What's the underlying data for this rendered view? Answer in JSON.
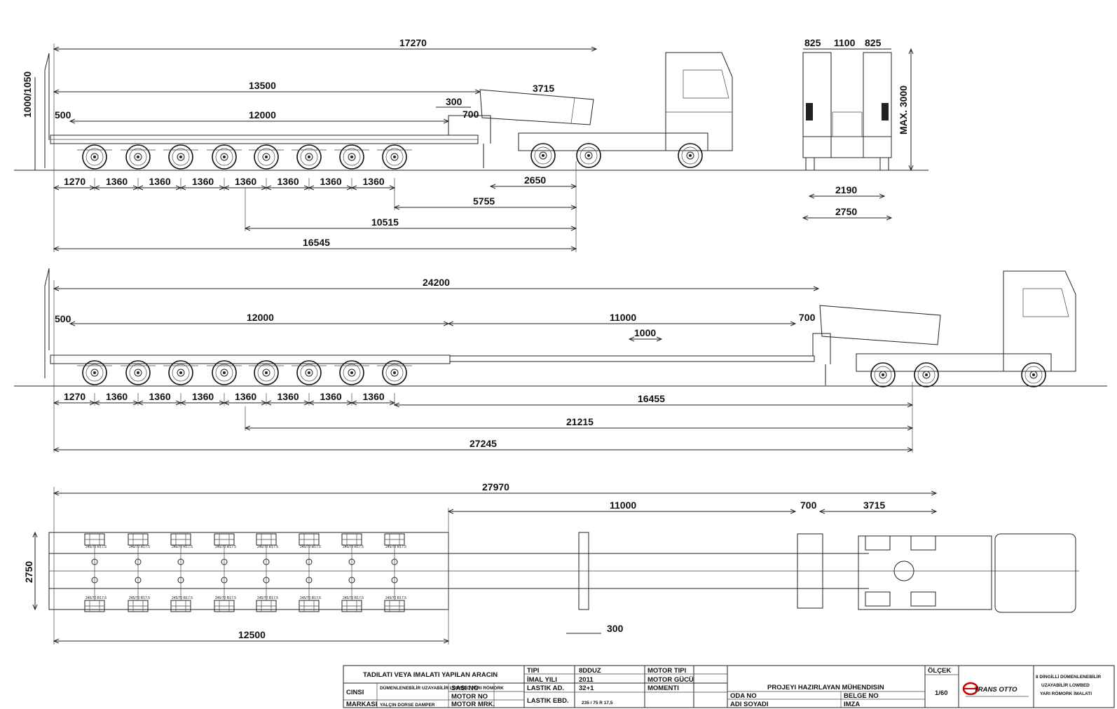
{
  "side_view_1": {
    "dims_top": [
      "17270",
      "13500",
      "12000",
      "3715",
      "300",
      "700",
      "500"
    ],
    "height_label": "1000/1050",
    "axle_spacings": [
      "1270",
      "1360",
      "1360",
      "1360",
      "1360",
      "1360",
      "1360",
      "1360"
    ],
    "dims_bottom": [
      "2650",
      "5755",
      "10515",
      "16545"
    ]
  },
  "rear_view": {
    "top_dims": [
      "825",
      "1100",
      "825"
    ],
    "height_label": "MAX. 3000",
    "bottom_dims": [
      "2190",
      "2750"
    ]
  },
  "side_view_2": {
    "dims_top": [
      "24200",
      "500",
      "12000",
      "11000",
      "700",
      "1000"
    ],
    "axle_spacings": [
      "1270",
      "1360",
      "1360",
      "1360",
      "1360",
      "1360",
      "1360",
      "1360"
    ],
    "dims_bottom": [
      "16455",
      "21215",
      "27245"
    ]
  },
  "plan_view": {
    "dims_top": [
      "27970",
      "11000",
      "700",
      "3715"
    ],
    "width_label": "2750",
    "dims_bottom": [
      "300",
      "12500"
    ],
    "tire_label": "245/70 R17.5"
  },
  "title_block": {
    "heading": "TADILATI VEYA IMALATI YAPILAN ARACIN",
    "cinsi_label": "CINSI",
    "cinsi_value": "DÜMENLENEBİLİR UZAYABİLİR LOWBED YARI RÖMORK",
    "markasi_label": "MARKASI",
    "markasi_value": "YALÇIN DORSE DAMPER",
    "sasi_no": "SASI NO",
    "motor_no": "MOTOR NO",
    "motor_mrk": "MOTOR MRK.",
    "tipi_label": "TIPI",
    "tipi_value": "8DDUZ",
    "imal_yili_label": "İMAL YILI",
    "imal_yili_value": "2011",
    "lastik_ad_label": "LASTIK AD.",
    "lastik_ad_value": "32+1",
    "lastik_ebd_label": "LASTIK EBD.",
    "lastik_ebd_value": "235 / 75 R 17,5",
    "motor_tipi": "MOTOR TIPI",
    "motor_gucu": "MOTOR GÜCÜ",
    "momenti": "MOMENTI",
    "engineer_heading": "PROJEYI HAZIRLAYAN MÜHENDISIN",
    "oda_no": "ODA NO",
    "belge_no": "BELGE NO",
    "adi_soyadi": "ADI SOYADI",
    "imza": "IMZA",
    "olcek_label": "ÖLÇEK",
    "olcek_value": "1/60",
    "logo_text": "TRANS OTTO",
    "product_line1": "8 DİNGİLLİ DÜMENLENEBİLİR",
    "product_line2": "UZAYABİLİR LOWBED",
    "product_line3": "YARI RÖMORK İMALATI"
  }
}
